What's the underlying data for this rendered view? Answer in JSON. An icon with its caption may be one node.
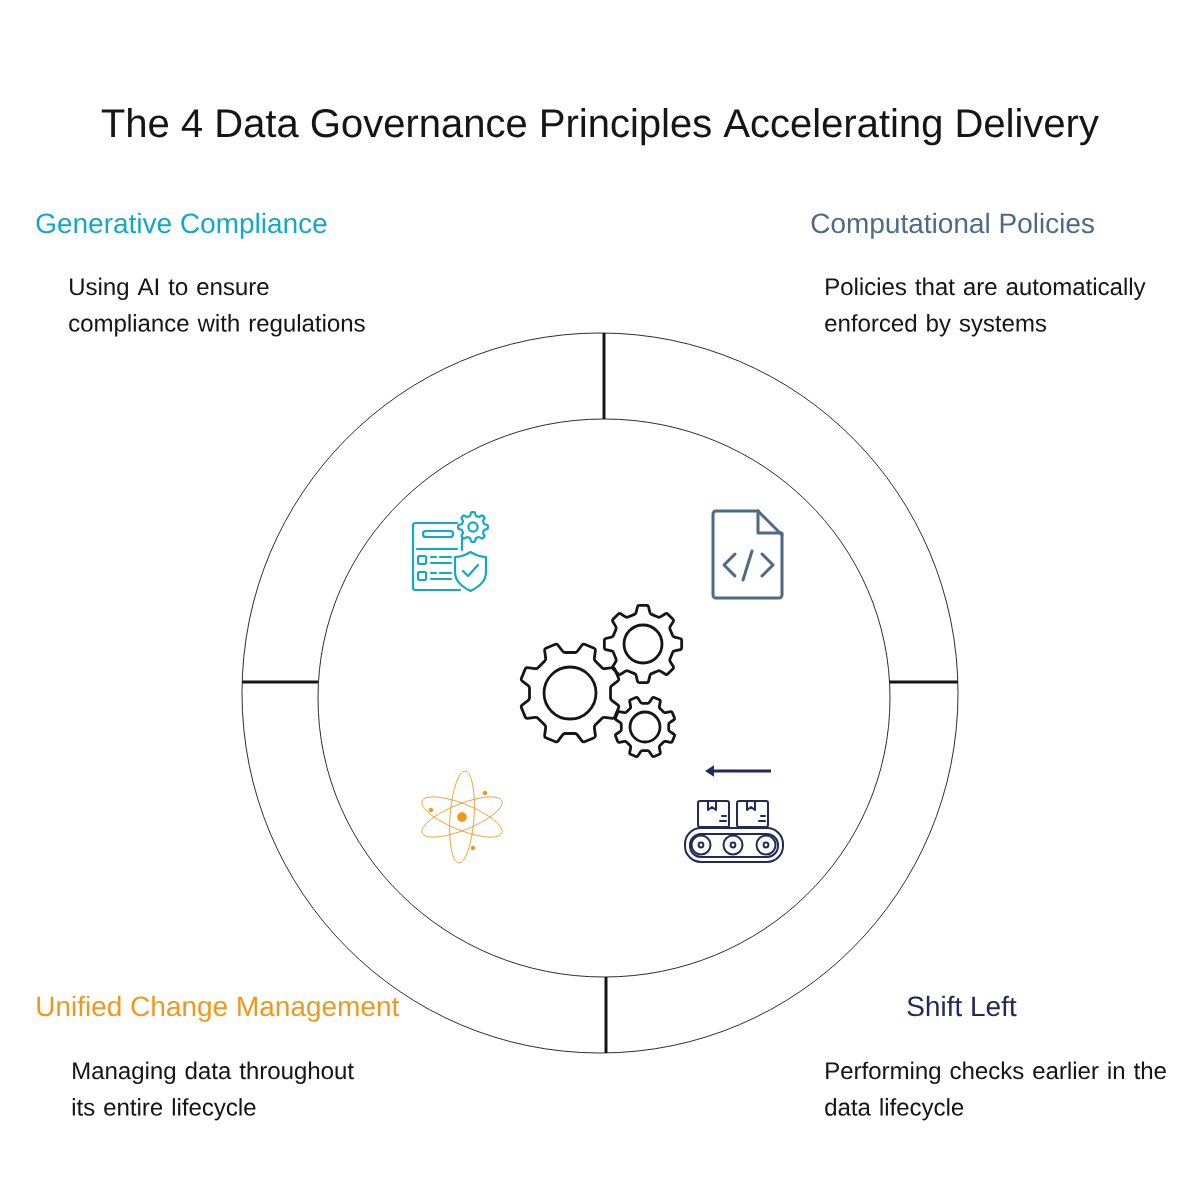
{
  "diagram": {
    "title": "The 4 Data Governance Principles Accelerating Delivery",
    "labels": [
      "Generative Compliance",
      "Computational Policies",
      "Using AI to ensure compliance with regulations",
      "Policies that are automatically enforced by systems",
      "Unified Change Management",
      "Shift Left",
      "Managing data throughout its entire lifecycle",
      "Performing checks earlier in the data lifecycle"
    ]
  }
}
